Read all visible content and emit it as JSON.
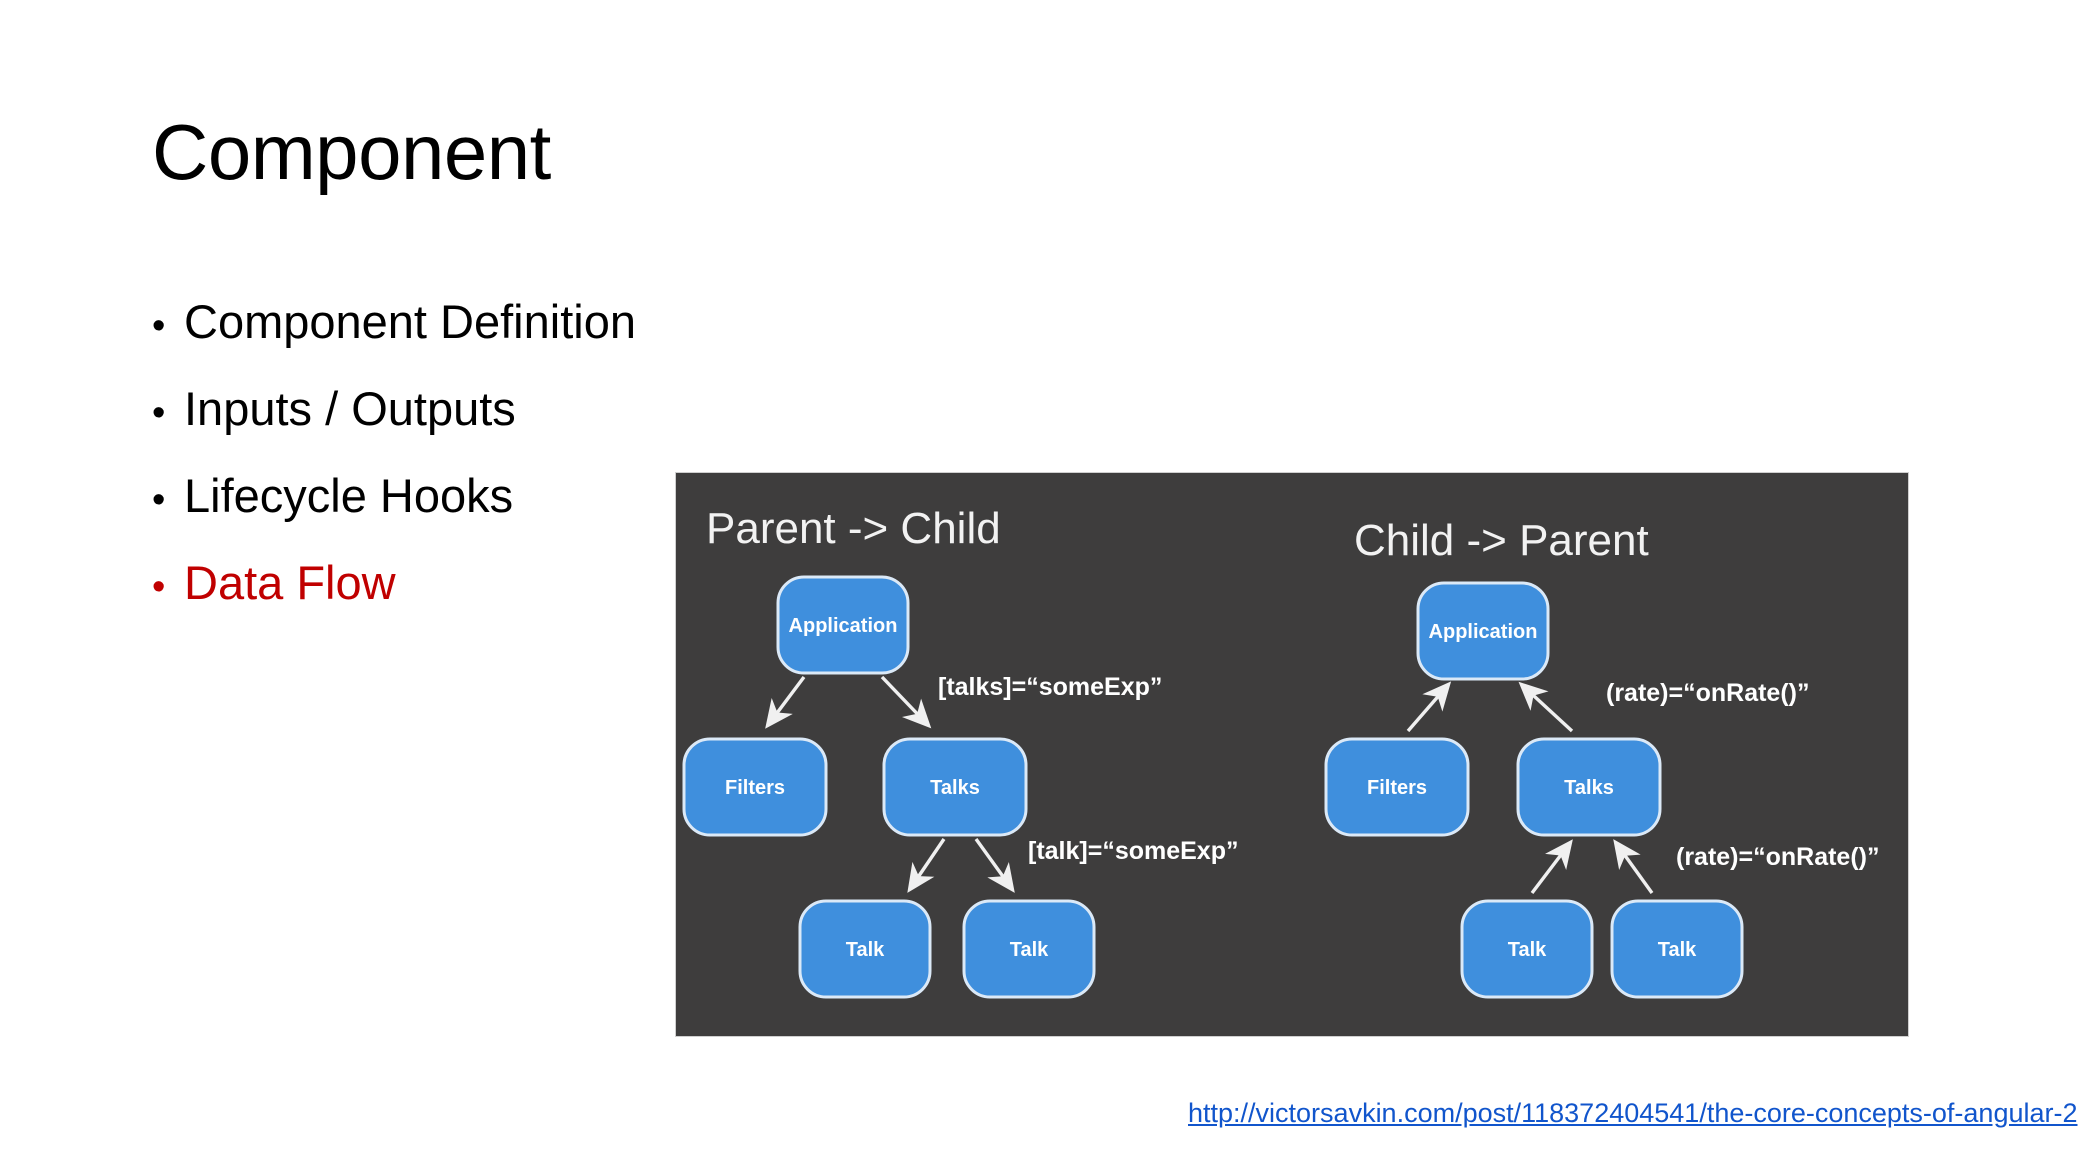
{
  "slide": {
    "title": "Component",
    "bullets": [
      {
        "label": "Component Definition",
        "color": "#000000",
        "highlighted": false
      },
      {
        "label": "Inputs / Outputs",
        "color": "#000000",
        "highlighted": false
      },
      {
        "label": "Lifecycle Hooks",
        "color": "#000000",
        "highlighted": false
      },
      {
        "label": "Data Flow",
        "color": "#C00000",
        "highlighted": true
      }
    ],
    "bullet_glyph": "•",
    "source_link": "http://victorsavkin.com/post/118372404541/the-core-concepts-of-angular-2",
    "accent_color": "#C00000",
    "link_color": "#1155cc"
  },
  "diagram": {
    "background_color": "#3e3d3d",
    "node_fill": "#3f8fdd",
    "node_border": "#dbe9f7",
    "text_color": "#ffffff",
    "panels": [
      {
        "heading": "Parent -> Child",
        "nodes": [
          {
            "label": "Application",
            "level": 0
          },
          {
            "label": "Filters",
            "level": 1
          },
          {
            "label": "Talks",
            "level": 1
          },
          {
            "label": "Talk",
            "level": 2
          },
          {
            "label": "Talk",
            "level": 2
          }
        ],
        "edge_labels": [
          "[talks]=“someExp”",
          "[talk]=“someExp”"
        ],
        "flow_direction": "downward"
      },
      {
        "heading": "Child -> Parent",
        "nodes": [
          {
            "label": "Application",
            "level": 0
          },
          {
            "label": "Filters",
            "level": 1
          },
          {
            "label": "Talks",
            "level": 1
          },
          {
            "label": "Talk",
            "level": 2
          },
          {
            "label": "Talk",
            "level": 2
          }
        ],
        "edge_labels": [
          "(rate)=“onRate()”",
          "(rate)=“onRate()”"
        ],
        "flow_direction": "upward"
      }
    ]
  }
}
